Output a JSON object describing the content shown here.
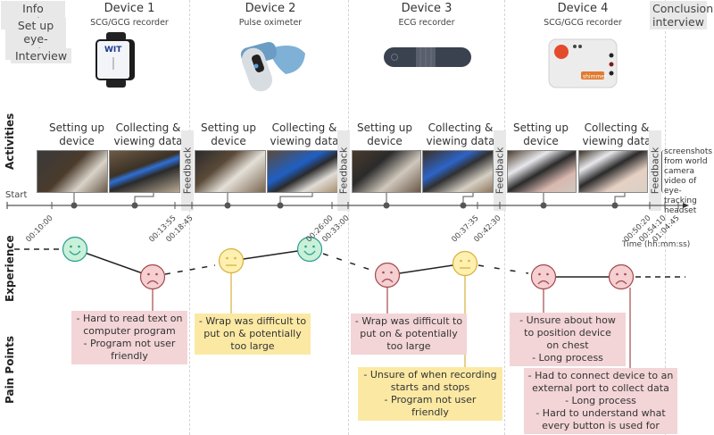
{
  "pre_session": {
    "items": [
      "Info session",
      "Set up eye-tracker",
      "Interview"
    ]
  },
  "devices": [
    {
      "title": "Device 1",
      "subtitle": "SCG/GCG recorder",
      "icon": "scg-gcg-recorder-image"
    },
    {
      "title": "Device 2",
      "subtitle": "Pulse oximeter",
      "icon": "pulse-oximeter-image"
    },
    {
      "title": "Device 3",
      "subtitle": "ECG recorder",
      "icon": "ecg-recorder-image"
    },
    {
      "title": "Device 4",
      "subtitle": "SCG/GCG recorder",
      "icon": "shimmer-recorder-image"
    }
  ],
  "conclusion": "Conclusion interview",
  "sections": {
    "activities": "Activities",
    "experience": "Experience",
    "pain_points": "Pain Points"
  },
  "activities": {
    "setup": "Setting up device",
    "collect": "Collecting & viewing data",
    "feedback": "Feedback",
    "note": "screenshots from world camera video of eye-tracking headset"
  },
  "timeline": {
    "start_label": "Start",
    "axis_label": "Time (hh:mm:ss)",
    "ticks": [
      "00:10:00",
      "00:13:55",
      "00:18:45",
      "00:26:00",
      "00:33:00",
      "00:37:35",
      "00:42:30",
      "00:50:20",
      "00:54:10",
      "01:04:45"
    ]
  },
  "experience": [
    {
      "device": 1,
      "phase": "setup",
      "mood": "happy"
    },
    {
      "device": 1,
      "phase": "collect",
      "mood": "sad"
    },
    {
      "device": 2,
      "phase": "setup",
      "mood": "neutral"
    },
    {
      "device": 2,
      "phase": "collect",
      "mood": "happy"
    },
    {
      "device": 3,
      "phase": "setup",
      "mood": "sad"
    },
    {
      "device": 3,
      "phase": "collect",
      "mood": "neutral"
    },
    {
      "device": 4,
      "phase": "setup",
      "mood": "sad"
    },
    {
      "device": 4,
      "phase": "collect",
      "mood": "sad"
    }
  ],
  "colors": {
    "happy_fill": "#c9f0d8",
    "happy_stroke": "#2a9d8f",
    "sad_fill": "#f5cfd2",
    "sad_stroke": "#a34a4a",
    "neutral_fill": "#fdf0b0",
    "neutral_stroke": "#d9b13a",
    "pain_red": "#f3d5d7",
    "pain_yellow": "#fbe9a3"
  },
  "pain_points": [
    {
      "lines": [
        "- Hard to read text on",
        "computer program",
        "- Program not user",
        "friendly"
      ],
      "color": "red"
    },
    {
      "lines": [
        "- Wrap was difficult to",
        "put on & potentially",
        "too large"
      ],
      "color": "yellow"
    },
    {
      "lines": [
        "- Wrap was difficult to",
        "put on & potentially",
        "too large"
      ],
      "color": "red"
    },
    {
      "lines": [
        "- Unsure of when recording",
        "starts and stops",
        "- Program not user",
        "friendly"
      ],
      "color": "yellow"
    },
    {
      "lines": [
        "- Unsure about how",
        "to position device",
        "on chest",
        "- Long process"
      ],
      "color": "red"
    },
    {
      "lines": [
        "- Had to connect device to an",
        "external port to collect data",
        "- Long process",
        "- Hard to understand what",
        "every button is used for"
      ],
      "color": "red"
    }
  ]
}
